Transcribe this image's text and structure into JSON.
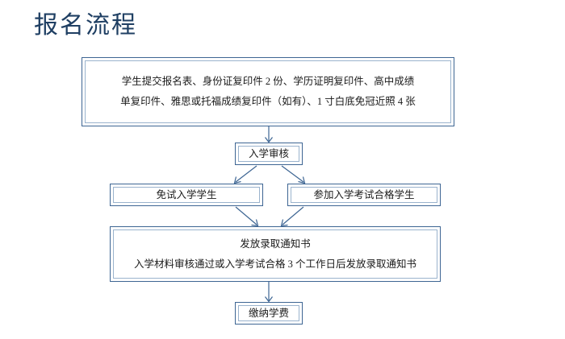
{
  "page": {
    "title": "报名流程",
    "background_color": "#ffffff",
    "title_color": "#1f3f63",
    "box_border_color": "#3d6593",
    "box_inner_border_color": "#9ab3cd",
    "arrow_color": "#3d6593",
    "text_color": "#1a1a1a"
  },
  "chart_data": {
    "type": "diagram",
    "title": "报名流程",
    "orientation": "top-to-bottom",
    "nodes": [
      {
        "id": "documents",
        "name": "submit-documents",
        "lines": [
          "学生提交报名表、身份证复印件 2 份、学历证明复印件、高中成绩",
          "单复印件、雅思或托福成绩复印件（如有）、1 寸白底免冠近照 4 张"
        ]
      },
      {
        "id": "review",
        "name": "admission-review",
        "lines": [
          "入学审核"
        ]
      },
      {
        "id": "exempt",
        "name": "exemption-students",
        "lines": [
          "免试入学学生"
        ]
      },
      {
        "id": "exam-passed",
        "name": "exam-passed-students",
        "lines": [
          "参加入学考试合格学生"
        ]
      },
      {
        "id": "admission",
        "name": "issue-admission-notice",
        "lines": [
          "发放录取通知书",
          "入学材料审核通过或入学考试合格 3 个工作日后发放录取通知书"
        ]
      },
      {
        "id": "tuition",
        "name": "pay-tuition",
        "lines": [
          "缴纳学费"
        ]
      }
    ],
    "edges": [
      {
        "from": "documents",
        "to": "review",
        "style": "straight-down"
      },
      {
        "from": "review",
        "to": "exempt",
        "style": "diagonal-left"
      },
      {
        "from": "review",
        "to": "exam-passed",
        "style": "diagonal-right"
      },
      {
        "from": "exempt",
        "to": "admission",
        "style": "diagonal-right"
      },
      {
        "from": "exam-passed",
        "to": "admission",
        "style": "diagonal-left"
      },
      {
        "from": "admission",
        "to": "tuition",
        "style": "straight-down"
      }
    ]
  }
}
